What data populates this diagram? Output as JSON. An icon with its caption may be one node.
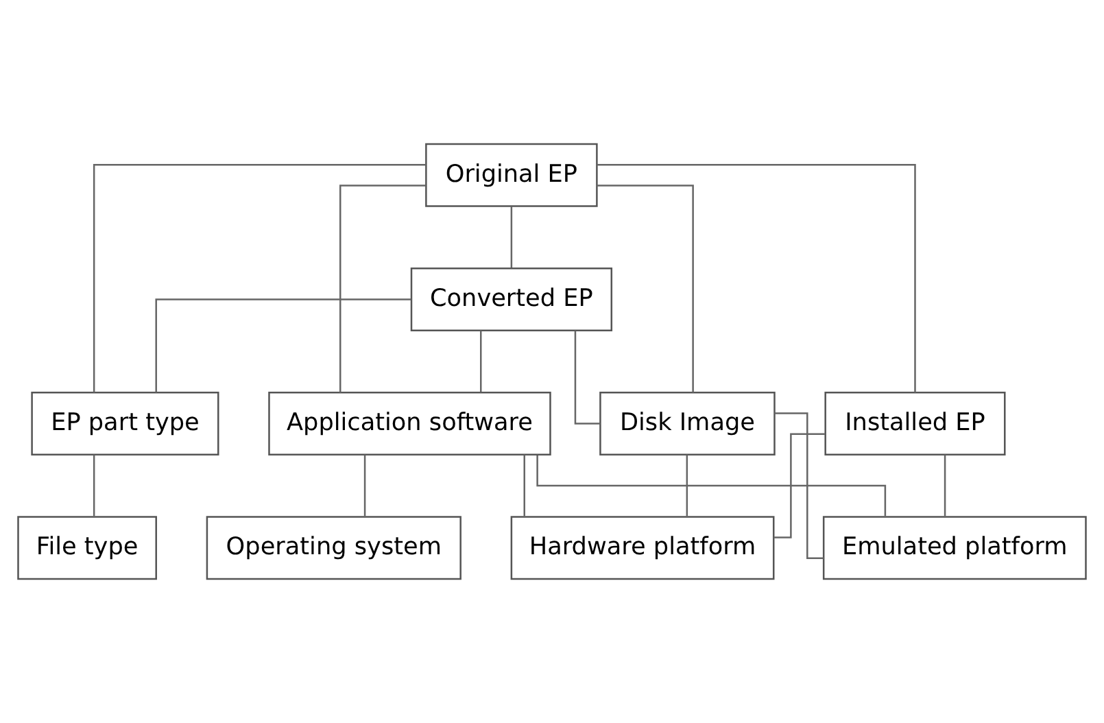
{
  "diagram": {
    "nodes": [
      {
        "text": [
          "Original EP"
        ]
      },
      {
        "text": [
          "Converted EP"
        ]
      },
      {
        "text": [
          "Installed EP"
        ]
      },
      {
        "text": [
          "EP part type"
        ]
      },
      {
        "text": [
          "Hardware platform"
        ]
      },
      {
        "text": [
          "Application software"
        ]
      },
      {
        "text": [
          "Emulated platform"
        ]
      },
      {
        "text": [
          "File type"
        ]
      },
      {
        "text": [
          "Operating system"
        ]
      },
      {
        "text": [
          "Disk Image"
        ]
      }
    ],
    "edges": [
      {
        "from": 0,
        "to": 3,
        "arrow": "none"
      },
      {
        "from": 0,
        "to": 1,
        "arrow": "none"
      },
      {
        "from": 1,
        "to": 3,
        "arrow": "none"
      },
      {
        "from": 0,
        "to": 5,
        "arrow": "none"
      },
      {
        "from": 0,
        "to": 9,
        "arrow": "none"
      },
      {
        "from": 1,
        "to": 5,
        "arrow": "none"
      },
      {
        "from": 1,
        "to": 9,
        "arrow": "none"
      },
      {
        "from": 0,
        "to": 2,
        "arrow": "none"
      },
      {
        "from": 2,
        "to": 4,
        "arrow": "none"
      },
      {
        "from": 2,
        "to": 6,
        "arrow": "none"
      },
      {
        "from": 5,
        "to": 4,
        "arrow": "none"
      },
      {
        "from": 5,
        "to": 6,
        "arrow": "none"
      },
      {
        "from": 9,
        "to": 4,
        "arrow": "none"
      },
      {
        "from": 9,
        "to": 6,
        "arrow": "none"
      },
      {
        "from": 3,
        "to": 7,
        "arrow": "none"
      },
      {
        "from": 5,
        "to": 8,
        "arrow": "none"
      }
    ]
  }
}
